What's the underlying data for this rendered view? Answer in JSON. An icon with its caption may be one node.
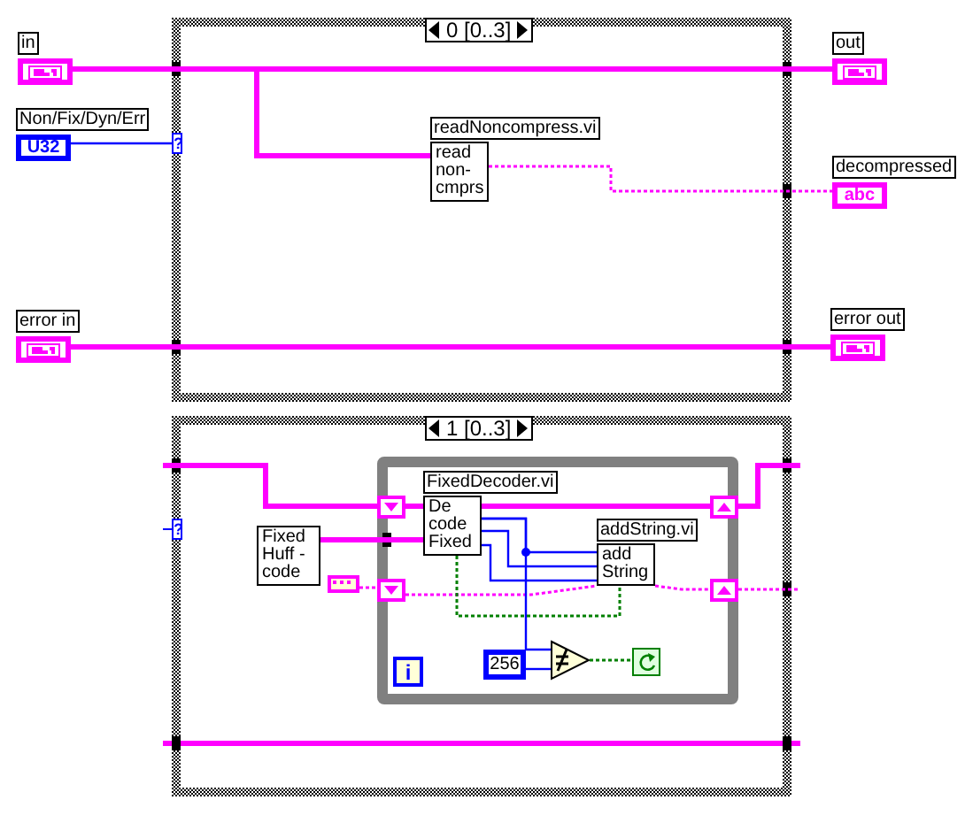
{
  "diagram": {
    "nodes": [
      {
        "text": [
          "0 [0..3]"
        ]
      },
      {
        "text": [
          "1 [0..3]"
        ]
      },
      {
        "text": [
          "in"
        ]
      },
      {
        "text": [
          "Non/Fix/Dyn/Err",
          "U32"
        ]
      },
      {
        "text": [
          "error in"
        ]
      },
      {
        "text": [
          "out"
        ]
      },
      {
        "text": [
          "decompressed",
          "abc"
        ]
      },
      {
        "text": [
          "error out"
        ]
      },
      {
        "text": [
          "readNoncompress.vi",
          "read non- cmprs"
        ],
        "in": 0
      },
      {
        "text": [],
        "shape": "box",
        "in": 1
      },
      {
        "text": [
          "Fixed Huff -code"
        ],
        "in": 1
      },
      {
        "text": [],
        "shape": "box",
        "in": 1
      },
      {
        "text": [],
        "shape": "box",
        "in": 9
      },
      {
        "text": [],
        "shape": "box",
        "in": 9
      },
      {
        "text": [],
        "shape": "box",
        "in": 9
      },
      {
        "text": [],
        "shape": "box",
        "in": 9
      },
      {
        "text": [
          "FixedDecoder.vi",
          "De code Fixed"
        ],
        "in": 9
      },
      {
        "text": [
          "addString.vi",
          "add String"
        ],
        "in": 9
      },
      {
        "text": [
          "256"
        ],
        "in": 9
      },
      {
        "text": [],
        "shape": "triangle",
        "in": 9
      },
      {
        "text": [],
        "shape": "box",
        "in": 9
      }
    ],
    "edges": [
      {
        "from": 2,
        "to": 5,
        "arrow": "none",
        "style": "thick"
      },
      {
        "from": 2,
        "to": 8,
        "arrow": "none",
        "style": "thick"
      },
      {
        "from": 3,
        "to": 0,
        "arrow": "none",
        "color": "#0000ff"
      },
      {
        "from": 8,
        "to": 6,
        "arrow": "none",
        "style": "dashed"
      },
      {
        "from": 4,
        "to": 7,
        "arrow": "none",
        "style": "thick"
      },
      {
        "from": null,
        "to": 12,
        "arrow": "none",
        "style": "thick"
      },
      {
        "from": 10,
        "to": 16,
        "arrow": "none",
        "style": "thick"
      },
      {
        "from": 12,
        "to": 16,
        "arrow": "none",
        "style": "thick"
      },
      {
        "from": 16,
        "to": 14,
        "arrow": "none",
        "style": "thick"
      },
      {
        "from": 14,
        "to": null,
        "arrow": "none",
        "style": "thick"
      },
      {
        "from": 11,
        "to": 13,
        "arrow": "none",
        "style": "dashed"
      },
      {
        "from": 13,
        "to": 17,
        "arrow": "none",
        "style": "dashed"
      },
      {
        "from": 17,
        "to": 15,
        "arrow": "none",
        "style": "dashed"
      },
      {
        "from": 15,
        "to": null,
        "arrow": "none",
        "style": "dashed"
      },
      {
        "from": 16,
        "to": 17,
        "arrow": "none",
        "color": "#0000ff"
      },
      {
        "from": 16,
        "to": 17,
        "arrow": "none",
        "color": "#0000ff"
      },
      {
        "from": 16,
        "to": 17,
        "arrow": "none",
        "color": "#0000ff"
      },
      {
        "from": 16,
        "to": 19,
        "arrow": "none",
        "color": "#0000ff"
      },
      {
        "from": 18,
        "to": 19,
        "arrow": "none",
        "color": "#0000ff"
      },
      {
        "from": 16,
        "to": 17,
        "arrow": "none",
        "style": "dashed",
        "color": "#008000"
      },
      {
        "from": 19,
        "to": 20,
        "arrow": "none",
        "style": "dashed",
        "color": "#008000"
      }
    ],
    "labels": [
      "?",
      "?",
      "i"
    ]
  }
}
